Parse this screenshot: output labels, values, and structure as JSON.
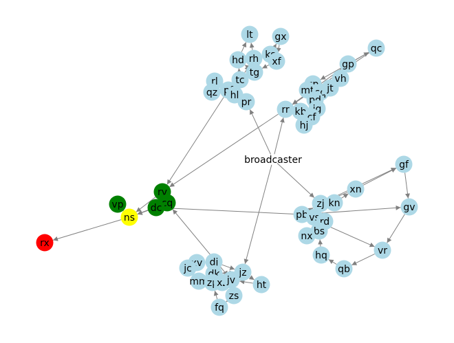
{
  "graph": {
    "edge_color": "#808080",
    "node_colors": {
      "default": "#add8e6",
      "green": "#008000",
      "yellow": "#ffff00",
      "red": "#ff0000"
    },
    "hub": {
      "id": "broadcaster",
      "label": "broadcaster"
    },
    "nodes": [
      {
        "id": "lt",
        "label": "lt",
        "color": "default"
      },
      {
        "id": "gx",
        "label": "gx",
        "color": "default"
      },
      {
        "id": "hd",
        "label": "hd",
        "color": "default"
      },
      {
        "id": "rh",
        "label": "rh",
        "color": "default"
      },
      {
        "id": "ks",
        "label": "ks",
        "color": "default"
      },
      {
        "id": "xf",
        "label": "xf",
        "color": "default"
      },
      {
        "id": "tg",
        "label": "tg",
        "color": "default"
      },
      {
        "id": "tc",
        "label": "tc",
        "color": "default"
      },
      {
        "id": "rl",
        "label": "rl",
        "color": "default"
      },
      {
        "id": "pf",
        "label": "pf",
        "color": "default"
      },
      {
        "id": "qz",
        "label": "qz",
        "color": "default"
      },
      {
        "id": "hl",
        "label": "hl",
        "color": "default"
      },
      {
        "id": "pr",
        "label": "pr",
        "color": "default"
      },
      {
        "id": "qc",
        "label": "qc",
        "color": "default"
      },
      {
        "id": "gp",
        "label": "gp",
        "color": "default"
      },
      {
        "id": "vh",
        "label": "vh",
        "color": "default"
      },
      {
        "id": "cp",
        "label": "cp",
        "color": "default"
      },
      {
        "id": "mt",
        "label": "mt",
        "color": "default"
      },
      {
        "id": "sq",
        "label": "sq",
        "color": "default"
      },
      {
        "id": "jt",
        "label": "jt",
        "color": "default"
      },
      {
        "id": "pd",
        "label": "pd",
        "color": "default"
      },
      {
        "id": "rr",
        "label": "rr",
        "color": "default"
      },
      {
        "id": "kb",
        "label": "kb",
        "color": "default"
      },
      {
        "id": "jg",
        "label": "jg",
        "color": "default"
      },
      {
        "id": "cf",
        "label": "cf",
        "color": "default"
      },
      {
        "id": "hj",
        "label": "hj",
        "color": "default"
      },
      {
        "id": "gf",
        "label": "gf",
        "color": "default"
      },
      {
        "id": "xn",
        "label": "xn",
        "color": "default"
      },
      {
        "id": "gv",
        "label": "gv",
        "color": "default"
      },
      {
        "id": "zj",
        "label": "zj",
        "color": "default"
      },
      {
        "id": "kn",
        "label": "kn",
        "color": "default"
      },
      {
        "id": "pb",
        "label": "pb",
        "color": "default"
      },
      {
        "id": "vs",
        "label": "vs",
        "color": "default"
      },
      {
        "id": "rd",
        "label": "rd",
        "color": "default"
      },
      {
        "id": "bs",
        "label": "bs",
        "color": "default"
      },
      {
        "id": "nx",
        "label": "nx",
        "color": "default"
      },
      {
        "id": "vr",
        "label": "vr",
        "color": "default"
      },
      {
        "id": "hq",
        "label": "hq",
        "color": "default"
      },
      {
        "id": "qb",
        "label": "qb",
        "color": "default"
      },
      {
        "id": "rv",
        "label": "rv",
        "color": "green"
      },
      {
        "id": "cq",
        "label": "cq",
        "color": "green"
      },
      {
        "id": "dc",
        "label": "dc",
        "color": "green"
      },
      {
        "id": "vp",
        "label": "vp",
        "color": "green"
      },
      {
        "id": "ns",
        "label": "ns",
        "color": "yellow"
      },
      {
        "id": "rx",
        "label": "rx",
        "color": "red"
      },
      {
        "id": "dj",
        "label": "dj",
        "color": "default"
      },
      {
        "id": "xv",
        "label": "xv",
        "color": "default"
      },
      {
        "id": "jc",
        "label": "jc",
        "color": "default"
      },
      {
        "id": "dk",
        "label": "dk",
        "color": "default"
      },
      {
        "id": "jz",
        "label": "jz",
        "color": "default"
      },
      {
        "id": "mm",
        "label": "mm",
        "color": "default"
      },
      {
        "id": "zp",
        "label": "zp",
        "color": "default"
      },
      {
        "id": "xz",
        "label": "xz",
        "color": "default"
      },
      {
        "id": "jv",
        "label": "jv",
        "color": "default"
      },
      {
        "id": "ht",
        "label": "ht",
        "color": "default"
      },
      {
        "id": "zs",
        "label": "zs",
        "color": "default"
      },
      {
        "id": "fq",
        "label": "fq",
        "color": "default"
      }
    ],
    "edges": [
      [
        "broadcaster",
        "pr"
      ],
      [
        "broadcaster",
        "rr"
      ],
      [
        "broadcaster",
        "zj"
      ],
      [
        "broadcaster",
        "jz"
      ],
      [
        "pr",
        "pf"
      ],
      [
        "pf",
        "hl"
      ],
      [
        "hl",
        "pf"
      ],
      [
        "pf",
        "qz"
      ],
      [
        "pf",
        "rl"
      ],
      [
        "pf",
        "tc"
      ],
      [
        "pf",
        "tg"
      ],
      [
        "tc",
        "hd"
      ],
      [
        "tc",
        "rh"
      ],
      [
        "hd",
        "lt"
      ],
      [
        "rh",
        "lt"
      ],
      [
        "rh",
        "ks"
      ],
      [
        "ks",
        "gx"
      ],
      [
        "gx",
        "xf"
      ],
      [
        "xf",
        "ks"
      ],
      [
        "xf",
        "tg"
      ],
      [
        "tg",
        "rh"
      ],
      [
        "tg",
        "hd"
      ],
      [
        "pf",
        "rv"
      ],
      [
        "rr",
        "kb"
      ],
      [
        "kb",
        "cf"
      ],
      [
        "cf",
        "hj"
      ],
      [
        "kb",
        "jg"
      ],
      [
        "jg",
        "pd"
      ],
      [
        "pd",
        "jt"
      ],
      [
        "jt",
        "vh"
      ],
      [
        "vh",
        "gp"
      ],
      [
        "gp",
        "qc"
      ],
      [
        "qc",
        "cp"
      ],
      [
        "cp",
        "mt"
      ],
      [
        "mt",
        "sq"
      ],
      [
        "sq",
        "gp"
      ],
      [
        "gp",
        "rr"
      ],
      [
        "qc",
        "rr"
      ],
      [
        "rr",
        "rv"
      ],
      [
        "zj",
        "kn"
      ],
      [
        "kn",
        "xn"
      ],
      [
        "xn",
        "gf"
      ],
      [
        "gf",
        "gv"
      ],
      [
        "gv",
        "vr"
      ],
      [
        "vr",
        "qb"
      ],
      [
        "qb",
        "hq"
      ],
      [
        "hq",
        "bs"
      ],
      [
        "bs",
        "nx"
      ],
      [
        "nx",
        "rd"
      ],
      [
        "rd",
        "vs"
      ],
      [
        "vs",
        "pb"
      ],
      [
        "pb",
        "zj"
      ],
      [
        "zj",
        "gf"
      ],
      [
        "xn",
        "zj"
      ],
      [
        "pb",
        "gv"
      ],
      [
        "pb",
        "vr"
      ],
      [
        "pb",
        "dc"
      ],
      [
        "jz",
        "jv"
      ],
      [
        "jv",
        "xz"
      ],
      [
        "xz",
        "zp"
      ],
      [
        "zp",
        "mm"
      ],
      [
        "mm",
        "jc"
      ],
      [
        "jc",
        "xv"
      ],
      [
        "xv",
        "dj"
      ],
      [
        "dj",
        "dk"
      ],
      [
        "dk",
        "jz"
      ],
      [
        "jz",
        "ht"
      ],
      [
        "ht",
        "jv"
      ],
      [
        "jv",
        "zs"
      ],
      [
        "zs",
        "fq"
      ],
      [
        "fq",
        "zp"
      ],
      [
        "dj",
        "jz"
      ],
      [
        "jz",
        "dk"
      ],
      [
        "jv",
        "cq"
      ],
      [
        "rv",
        "ns"
      ],
      [
        "cq",
        "ns"
      ],
      [
        "dc",
        "ns"
      ],
      [
        "vp",
        "ns"
      ],
      [
        "ns",
        "rx"
      ]
    ]
  }
}
